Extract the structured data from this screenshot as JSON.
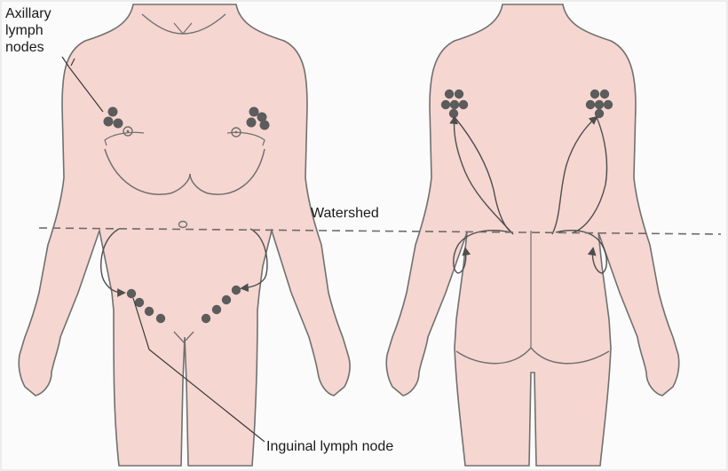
{
  "labels": {
    "axillary_line1": "Axillary",
    "axillary_line2": "lymph",
    "axillary_line3": "nodes",
    "watershed": "Watershed",
    "inguinal": "Inguinal lymph node"
  },
  "colors": {
    "skin": "#f6d6d0",
    "outline": "#707070",
    "node": "#5c5c5c",
    "watershed_line": "#6b6b6b"
  }
}
